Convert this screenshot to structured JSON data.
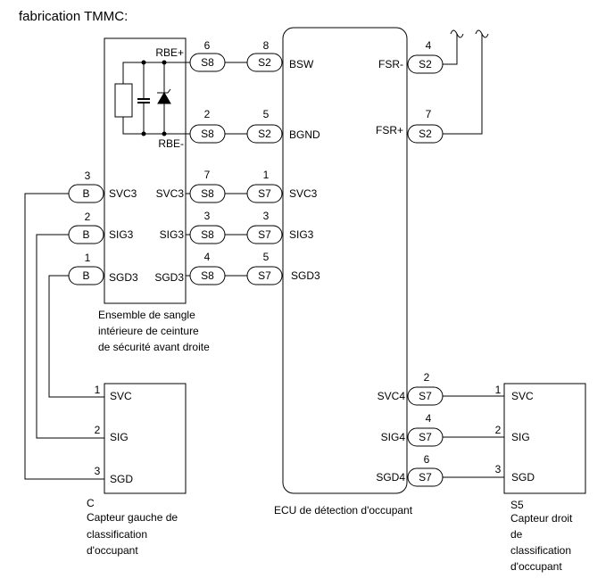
{
  "header": {
    "title": "fabrication TMMC:"
  },
  "belt_assembly": {
    "label_lines": [
      "Ensemble de sangle",
      "intérieure de ceinture",
      "de sécurité avant droite"
    ],
    "pins": {
      "rbe_plus": "RBE+",
      "rbe_minus": "RBE-",
      "svc3_left": "SVC3",
      "sig3_left": "SIG3",
      "sgd3_left": "SGD3",
      "svc3_right": "SVC3",
      "sig3_right": "SIG3",
      "sgd3_right": "SGD3"
    }
  },
  "ecu": {
    "label": "ECU de détection d'occupant",
    "pins": {
      "bsw": "BSW",
      "bgnd": "BGND",
      "svc3": "SVC3",
      "sig3": "SIG3",
      "sgd3": "SGD3",
      "fsr_minus": "FSR-",
      "fsr_plus": "FSR+",
      "svc4": "SVC4",
      "sig4": "SIG4",
      "sgd4": "SGD4"
    }
  },
  "sensor_left": {
    "code": "C",
    "label_lines": [
      "Capteur gauche de",
      "classification",
      "d'occupant"
    ],
    "pins": {
      "svc": "SVC",
      "sig": "SIG",
      "sgd": "SGD"
    }
  },
  "sensor_right": {
    "code": "S5",
    "label_lines": [
      "Capteur droit",
      "de",
      "classification",
      "d'occupant"
    ],
    "pins": {
      "svc": "SVC",
      "sig": "SIG",
      "sgd": "SGD"
    }
  },
  "connectors": {
    "b1": {
      "name": "B",
      "pin": "3"
    },
    "b2": {
      "name": "B",
      "pin": "2"
    },
    "b3": {
      "name": "B",
      "pin": "1"
    },
    "s8a": {
      "name": "S8",
      "pin": "6"
    },
    "s8b": {
      "name": "S8",
      "pin": "2"
    },
    "s8c": {
      "name": "S8",
      "pin": "7"
    },
    "s8d": {
      "name": "S8",
      "pin": "3"
    },
    "s8e": {
      "name": "S8",
      "pin": "4"
    },
    "s2a": {
      "name": "S2",
      "pin": "8"
    },
    "s2b": {
      "name": "S2",
      "pin": "5"
    },
    "s7a": {
      "name": "S7",
      "pin": "1"
    },
    "s7b": {
      "name": "S7",
      "pin": "3"
    },
    "s7c": {
      "name": "S7",
      "pin": "5"
    },
    "s2c": {
      "name": "S2",
      "pin": "4"
    },
    "s2d": {
      "name": "S2",
      "pin": "7"
    },
    "s7d": {
      "name": "S7",
      "pin": "2"
    },
    "s7e": {
      "name": "S7",
      "pin": "4"
    },
    "s7f": {
      "name": "S7",
      "pin": "6"
    }
  },
  "wire_pins": {
    "left_svc": "1",
    "left_sig": "2",
    "left_sgd": "3",
    "right_svc": "1",
    "right_sig": "2",
    "right_sgd": "3"
  }
}
